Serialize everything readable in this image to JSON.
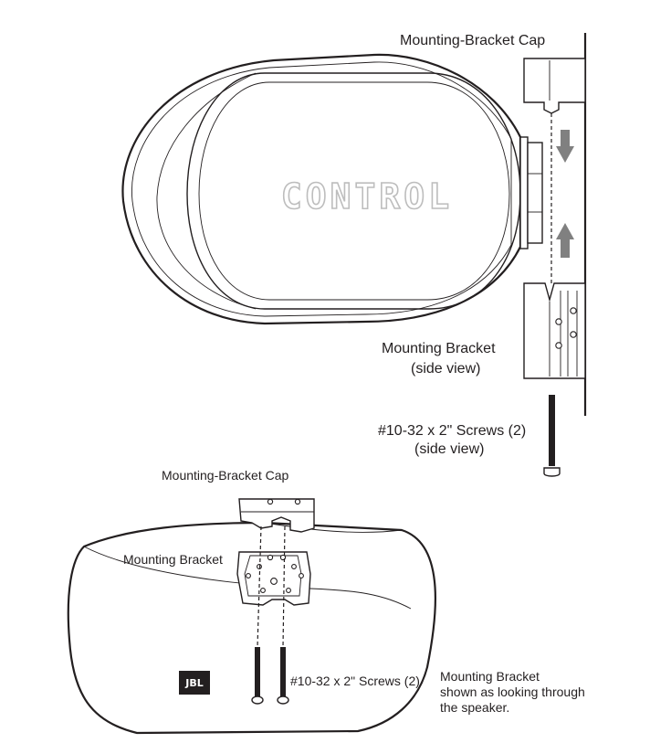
{
  "top_view": {
    "cap_label": "Mounting-Bracket Cap",
    "brand_text": "CONTROL",
    "bracket_label_line1": "Mounting Bracket",
    "bracket_label_line2": "(side view)",
    "screws_label_line1": "#10-32 x 2\" Screws (2)",
    "screws_label_line2": "(side view)"
  },
  "bottom_view": {
    "cap_label": "Mounting-Bracket Cap",
    "bracket_label": "Mounting Bracket",
    "logo_text": "JBL",
    "screws_label": "#10-32 x 2\" Screws (2)",
    "note_line1": "Mounting Bracket",
    "note_line2": "shown as looking through",
    "note_line3": "the speaker."
  },
  "colors": {
    "line": "#231f20",
    "arrow": "#808080",
    "watermark_outline": "#bdbdbd"
  },
  "icons": {
    "arrow_down": "arrow-down-icon",
    "arrow_up": "arrow-up-icon",
    "jbl_logo": "jbl-logo-icon"
  }
}
